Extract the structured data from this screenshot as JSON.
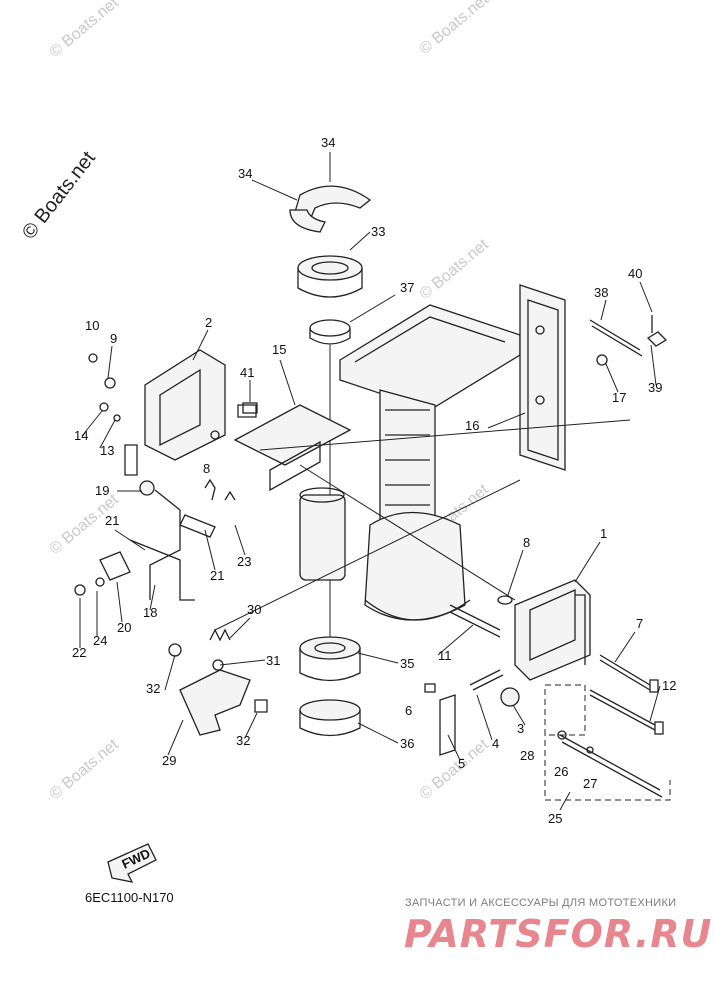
{
  "diagram": {
    "callouts": [
      "1",
      "2",
      "3",
      "4",
      "5",
      "6",
      "7",
      "8",
      "8",
      "9",
      "10",
      "11",
      "12",
      "13",
      "14",
      "15",
      "16",
      "17",
      "18",
      "19",
      "20",
      "21",
      "21",
      "22",
      "23",
      "24",
      "25",
      "26",
      "27",
      "28",
      "29",
      "30",
      "31",
      "32",
      "32",
      "33",
      "34",
      "34",
      "35",
      "36",
      "37",
      "38",
      "39",
      "40",
      "41"
    ],
    "fwd_label": "FWD",
    "part_code": "6EC1100-N170"
  },
  "watermarks": {
    "main": "© Boats.net",
    "repeated": "© Boats.net"
  },
  "shop": {
    "tagline": "ЗАПЧАСТИ И АКСЕССУАРЫ ДЛЯ МОТОТЕХНИКИ",
    "logo": "PARTSFOR.RU"
  },
  "colors": {
    "line": "#222222",
    "watermark": "#c9c9c9",
    "logo": "#e8868e"
  }
}
